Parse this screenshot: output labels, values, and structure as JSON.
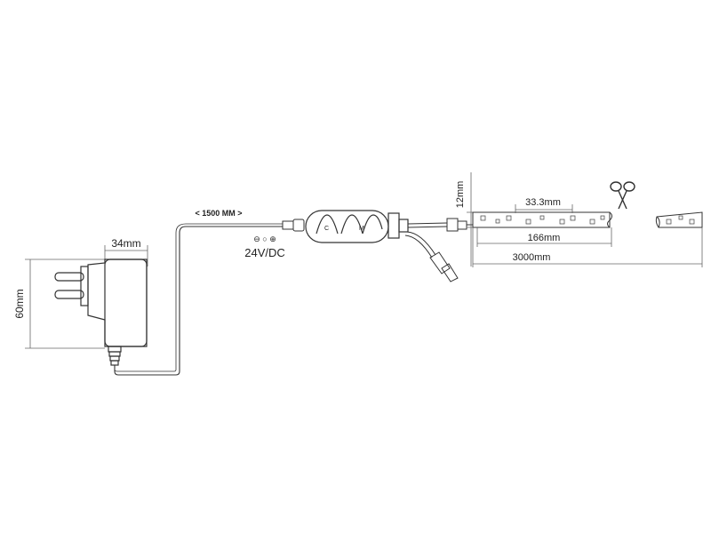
{
  "labels": {
    "adapter_width": "34mm",
    "adapter_height": "60mm",
    "cable_length": "< 1500 MM >",
    "voltage": "24V/DC",
    "polarity_symbols": "⊖ ○ ⊕",
    "controller_button_left": "C",
    "controller_button_right": "M",
    "strip_width": "12mm",
    "led_pitch": "33.3mm",
    "cut_segment": "166mm",
    "strip_length": "3000mm"
  },
  "icons": [
    "power-plug-icon",
    "scissors-icon"
  ]
}
